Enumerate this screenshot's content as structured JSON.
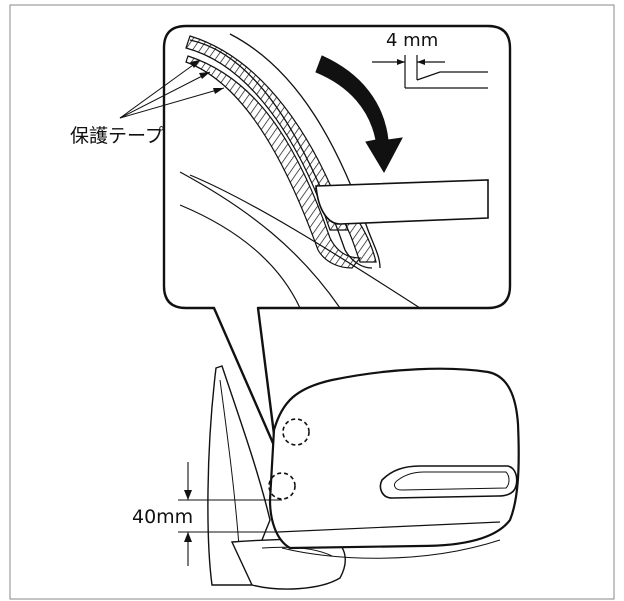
{
  "labels": {
    "protective_tape": "保護テープ",
    "dim_4mm": "4 mm",
    "dim_40mm": "40mm"
  },
  "colors": {
    "stroke": "#111111",
    "frame": "#888888",
    "background": "#ffffff"
  }
}
